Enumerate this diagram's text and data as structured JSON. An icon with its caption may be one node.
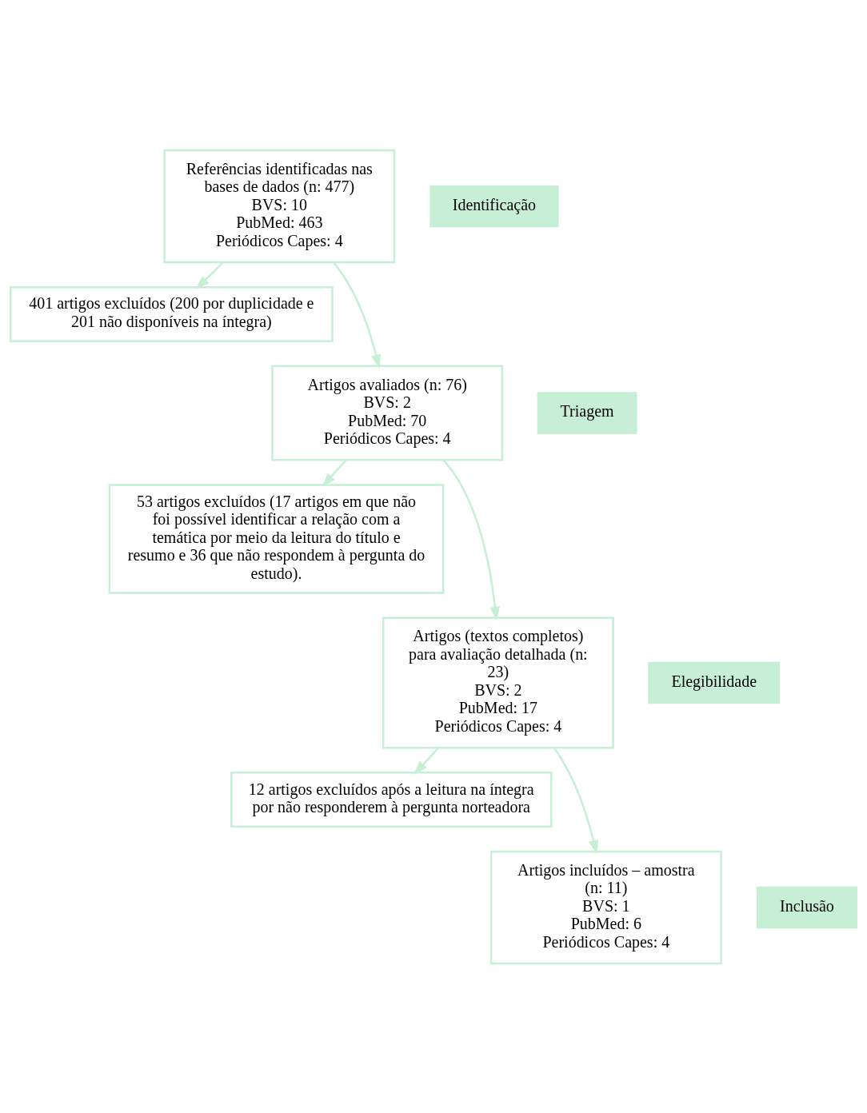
{
  "diagram": {
    "nodes": [
      {
        "text": [
          "Referências identificadas nas bases de dados (n: 477)",
          "BVS: 10",
          "PubMed: 463",
          "Periódicos Capes: 4"
        ]
      },
      {
        "text": [
          "Identificação"
        ]
      },
      {
        "text": [
          "401 artigos excluídos (200 por duplicidade e 201 não disponíveis na íntegra)"
        ]
      },
      {
        "text": [
          "Artigos avaliados (n: 76)",
          "BVS: 2",
          "PubMed: 70",
          "Periódicos Capes: 4"
        ]
      },
      {
        "text": [
          "Triagem"
        ]
      },
      {
        "text": [
          "53 artigos excluídos (17 artigos em que não foi possível identificar a relação com a temática por meio da leitura do título e resumo e 36 que não respondem à pergunta do estudo)."
        ]
      },
      {
        "text": [
          "Artigos (textos completos) para avaliação detalhada (n: 23)",
          "BVS: 2",
          "PubMed: 17",
          "Periódicos Capes: 4"
        ]
      },
      {
        "text": [
          "Elegibilidade"
        ]
      },
      {
        "text": [
          "12 artigos excluídos após a leitura na íntegra por não responderem à pergunta norteadora"
        ]
      },
      {
        "text": [
          "Artigos incluídos – amostra (n: 11)",
          "BVS: 1",
          "PubMed: 6",
          "Periódicos Capes: 4"
        ]
      },
      {
        "text": [
          "Inclusão"
        ]
      }
    ],
    "edges": [
      {
        "from": 0,
        "to": 2,
        "arrow": "to"
      },
      {
        "from": 0,
        "to": 3,
        "arrow": "to"
      },
      {
        "from": 3,
        "to": 5,
        "arrow": "to"
      },
      {
        "from": 3,
        "to": 6,
        "arrow": "to"
      },
      {
        "from": 6,
        "to": 8,
        "arrow": "to"
      },
      {
        "from": 6,
        "to": 9,
        "arrow": "to"
      }
    ]
  }
}
